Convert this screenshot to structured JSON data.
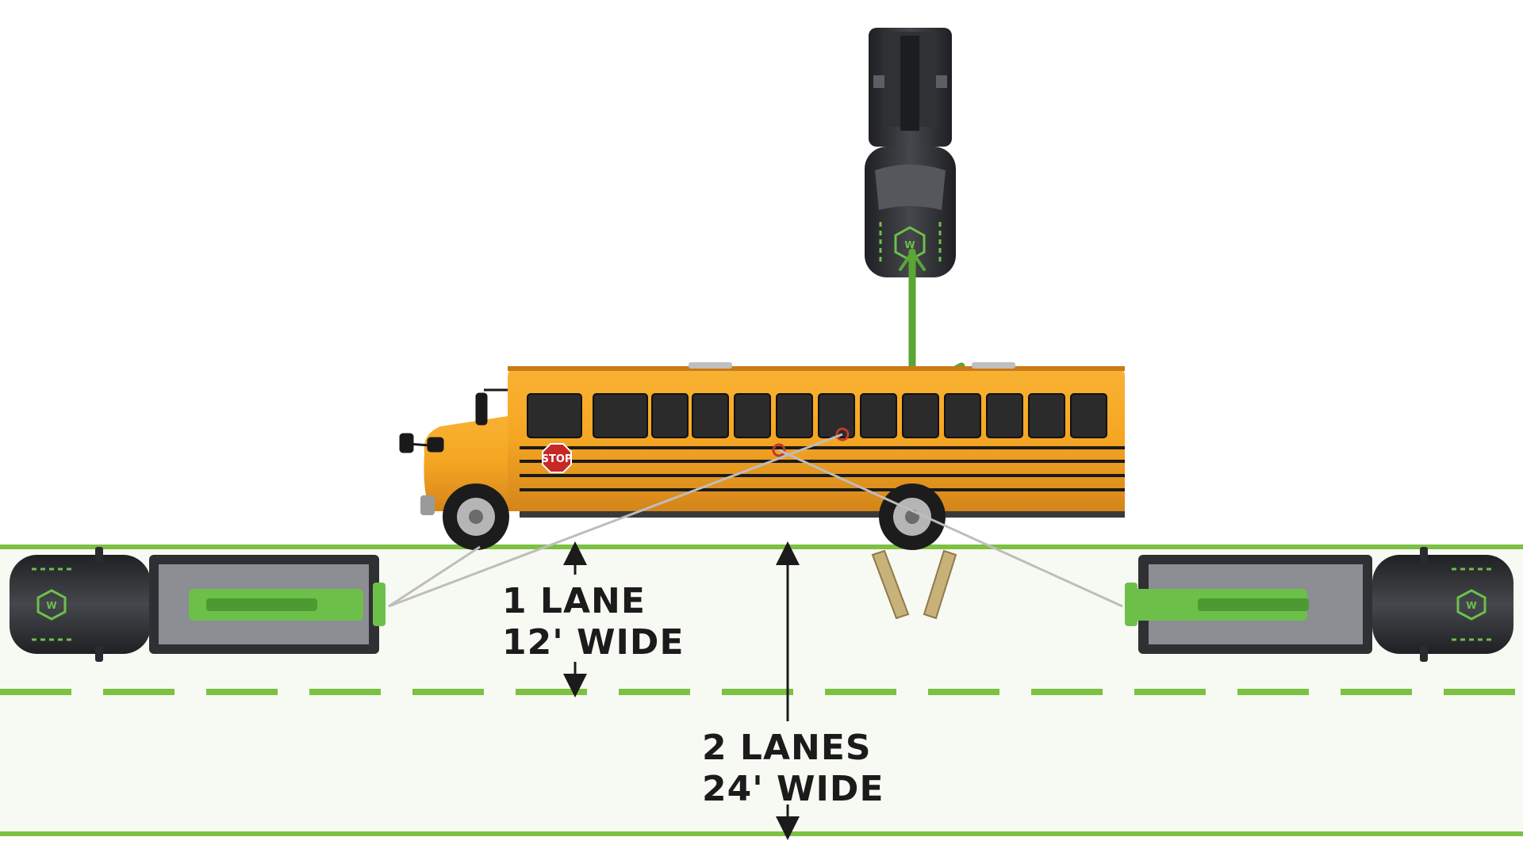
{
  "bus": {
    "stop_sign": "STOP"
  },
  "labels": {
    "one_lane": {
      "line1": "1 LANE",
      "line2": "12' WIDE"
    },
    "two_lanes": {
      "line1": "2 LANES",
      "line2": "24' WIDE"
    }
  },
  "tow_logo": "W",
  "colors": {
    "lane_green": "#7cc142",
    "strap_green": "#5aa632",
    "bus_yellow": "#f5a623",
    "truck_dark": "#2a2b2e",
    "boom_green": "#6cc04a",
    "text": "#1b1b1b"
  },
  "icons": [
    "school-bus-icon",
    "tow-truck-icon",
    "stop-sign-icon",
    "wheel-chock-icon",
    "arrow-icon"
  ]
}
